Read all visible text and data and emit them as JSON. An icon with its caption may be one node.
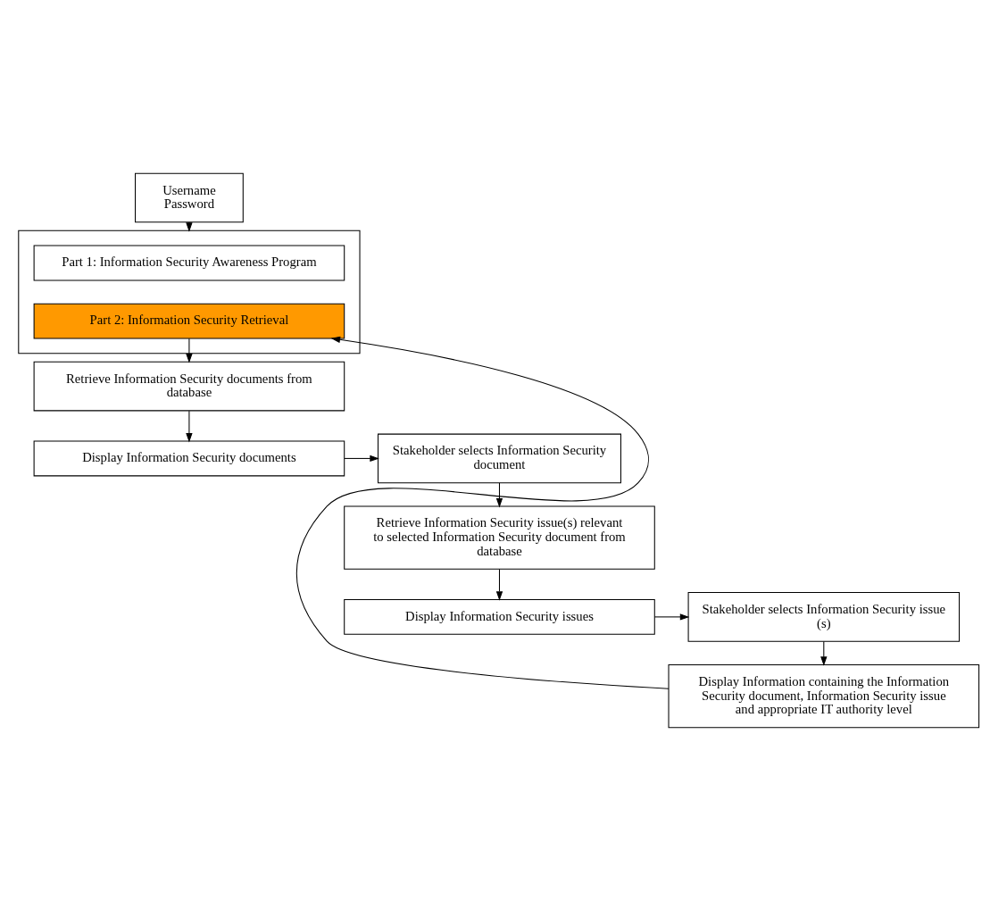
{
  "diagram": {
    "nodes": [
      {
        "text": [
          "Username",
          "Password"
        ]
      },
      {
        "text": [],
        "shape": "box"
      },
      {
        "text": [
          "Part 1: Information Security Awareness Program"
        ],
        "in": 1
      },
      {
        "text": [
          "Part 2: Information Security Retrieval"
        ],
        "in": 1
      },
      {
        "text": [
          "Retrieve Information Security documents from database"
        ]
      },
      {
        "text": [
          "Display Information Security documents"
        ]
      },
      {
        "text": [
          "Stakeholder selects Information Security document"
        ]
      },
      {
        "text": [
          "Retrieve Information Security issue(s) relevant to selected Information Security document from database"
        ]
      },
      {
        "text": [
          "Display Information Security issues"
        ]
      },
      {
        "text": [
          "Stakeholder selects Information Security issue (s)"
        ]
      },
      {
        "text": [
          "Display Information containing the Information Security document, Information Security issue and appropriate IT authority level"
        ]
      }
    ],
    "edges": [
      {
        "from": 0,
        "to": 1,
        "arrow": "to"
      },
      {
        "from": 3,
        "to": 4,
        "arrow": "to"
      },
      {
        "from": 4,
        "to": 5,
        "arrow": "to"
      },
      {
        "from": 5,
        "to": 6,
        "arrow": "to"
      },
      {
        "from": 6,
        "to": 7,
        "arrow": "to"
      },
      {
        "from": 7,
        "to": 8,
        "arrow": "to"
      },
      {
        "from": 8,
        "to": 9,
        "arrow": "to"
      },
      {
        "from": 9,
        "to": 10,
        "arrow": "to"
      },
      {
        "from": 10,
        "to": 3,
        "arrow": "to"
      }
    ]
  }
}
